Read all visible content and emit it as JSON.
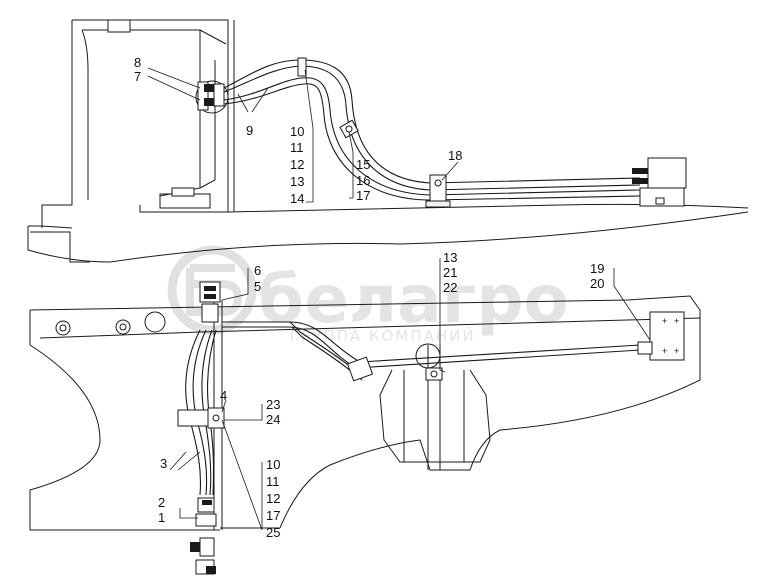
{
  "watermark": {
    "brand": "белагро",
    "subtitle": "ГРУППА КОМПАНИЙ"
  },
  "callouts": {
    "top": [
      {
        "id": "c8",
        "text": "8"
      },
      {
        "id": "c7",
        "text": "7"
      },
      {
        "id": "c9",
        "text": "9"
      },
      {
        "id": "c10",
        "text": "10"
      },
      {
        "id": "c11",
        "text": "11"
      },
      {
        "id": "c12",
        "text": "12"
      },
      {
        "id": "c13",
        "text": "13"
      },
      {
        "id": "c14",
        "text": "14"
      },
      {
        "id": "c15",
        "text": "15"
      },
      {
        "id": "c16",
        "text": "16"
      },
      {
        "id": "c17",
        "text": "17"
      },
      {
        "id": "c18",
        "text": "18"
      }
    ],
    "bottom": [
      {
        "id": "b6",
        "text": "6"
      },
      {
        "id": "b5",
        "text": "5"
      },
      {
        "id": "b13",
        "text": "13"
      },
      {
        "id": "b21",
        "text": "21"
      },
      {
        "id": "b22",
        "text": "22"
      },
      {
        "id": "b19",
        "text": "19"
      },
      {
        "id": "b20",
        "text": "20"
      },
      {
        "id": "b4",
        "text": "4"
      },
      {
        "id": "b23",
        "text": "23"
      },
      {
        "id": "b24",
        "text": "24"
      },
      {
        "id": "b3",
        "text": "3"
      },
      {
        "id": "b10",
        "text": "10"
      },
      {
        "id": "b11",
        "text": "11"
      },
      {
        "id": "b12",
        "text": "12"
      },
      {
        "id": "b17",
        "text": "17"
      },
      {
        "id": "b25",
        "text": "25"
      },
      {
        "id": "b2",
        "text": "2"
      },
      {
        "id": "b1",
        "text": "1"
      }
    ]
  }
}
